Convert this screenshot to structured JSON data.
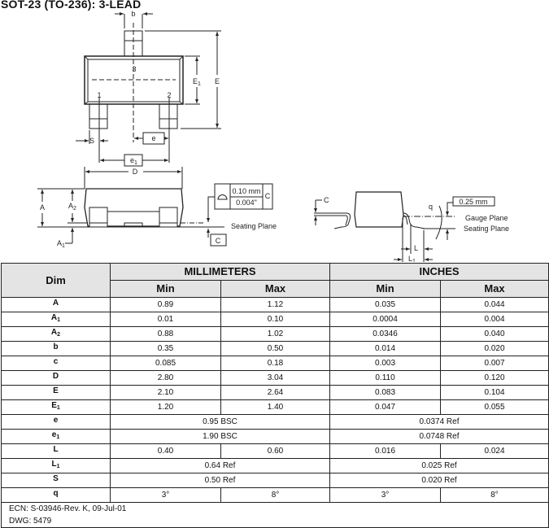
{
  "title": "SOT-23 (TO-236): 3-LEAD",
  "drawing": {
    "pin3": "3",
    "pin1": "1",
    "pin2": "2",
    "b": "b",
    "E1": "E",
    "E1_sub": "1",
    "E": "E",
    "S": "S",
    "e": "e",
    "e1": "e",
    "e1_sub": "1",
    "D": "D",
    "A": "A",
    "A2": "A",
    "A2_sub": "2",
    "A1": "A",
    "A1_sub": "1",
    "tol_mm": "0.10 mm",
    "tol_in": "0.004\"",
    "tol_ref": "C",
    "seating_plane": "Seating Plane",
    "datum_c": "C",
    "side_c": "C",
    "q": "q",
    "gauge_dim": "0.25 mm",
    "gauge_plane": "Gauge Plane",
    "seating_plane_2": "Seating Plane",
    "L": "L",
    "L1": "L",
    "L1_sub": "1"
  },
  "table": {
    "dim_header": "Dim",
    "group_mm": "MILLIMETERS",
    "group_in": "INCHES",
    "sub": [
      "Min",
      "Max",
      "Min",
      "Max"
    ],
    "rows": [
      {
        "dim": "A",
        "sub": "",
        "v": [
          "0.89",
          "1.12",
          "0.035",
          "0.044"
        ]
      },
      {
        "dim": "A",
        "sub": "1",
        "v": [
          "0.01",
          "0.10",
          "0.0004",
          "0.004"
        ]
      },
      {
        "dim": "A",
        "sub": "2",
        "v": [
          "0.88",
          "1.02",
          "0.0346",
          "0.040"
        ]
      },
      {
        "dim": "b",
        "sub": "",
        "v": [
          "0.35",
          "0.50",
          "0.014",
          "0.020"
        ]
      },
      {
        "dim": "c",
        "sub": "",
        "v": [
          "0.085",
          "0.18",
          "0.003",
          "0.007"
        ]
      },
      {
        "dim": "D",
        "sub": "",
        "v": [
          "2.80",
          "3.04",
          "0.110",
          "0.120"
        ]
      },
      {
        "dim": "E",
        "sub": "",
        "v": [
          "2.10",
          "2.64",
          "0.083",
          "0.104"
        ]
      },
      {
        "dim": "E",
        "sub": "1",
        "v": [
          "1.20",
          "1.40",
          "0.047",
          "0.055"
        ]
      },
      {
        "dim": "e",
        "sub": "",
        "mm": "0.95 BSC",
        "in": "0.0374 Ref"
      },
      {
        "dim": "e",
        "sub": "1",
        "mm": "1.90 BSC",
        "in": "0.0748 Ref"
      },
      {
        "dim": "L",
        "sub": "",
        "v": [
          "0.40",
          "0.60",
          "0.016",
          "0.024"
        ]
      },
      {
        "dim": "L",
        "sub": "1",
        "mm": "0.64 Ref",
        "in": "0.025 Ref"
      },
      {
        "dim": "S",
        "sub": "",
        "mm": "0.50 Ref",
        "in": "0.020 Ref"
      },
      {
        "dim": "q",
        "sub": "",
        "v": [
          "3°",
          "8°",
          "3°",
          "8°"
        ]
      }
    ],
    "ecn": "ECN: S-03946-Rev. K, 09-Jul-01",
    "dwg": "DWG: 5479"
  }
}
